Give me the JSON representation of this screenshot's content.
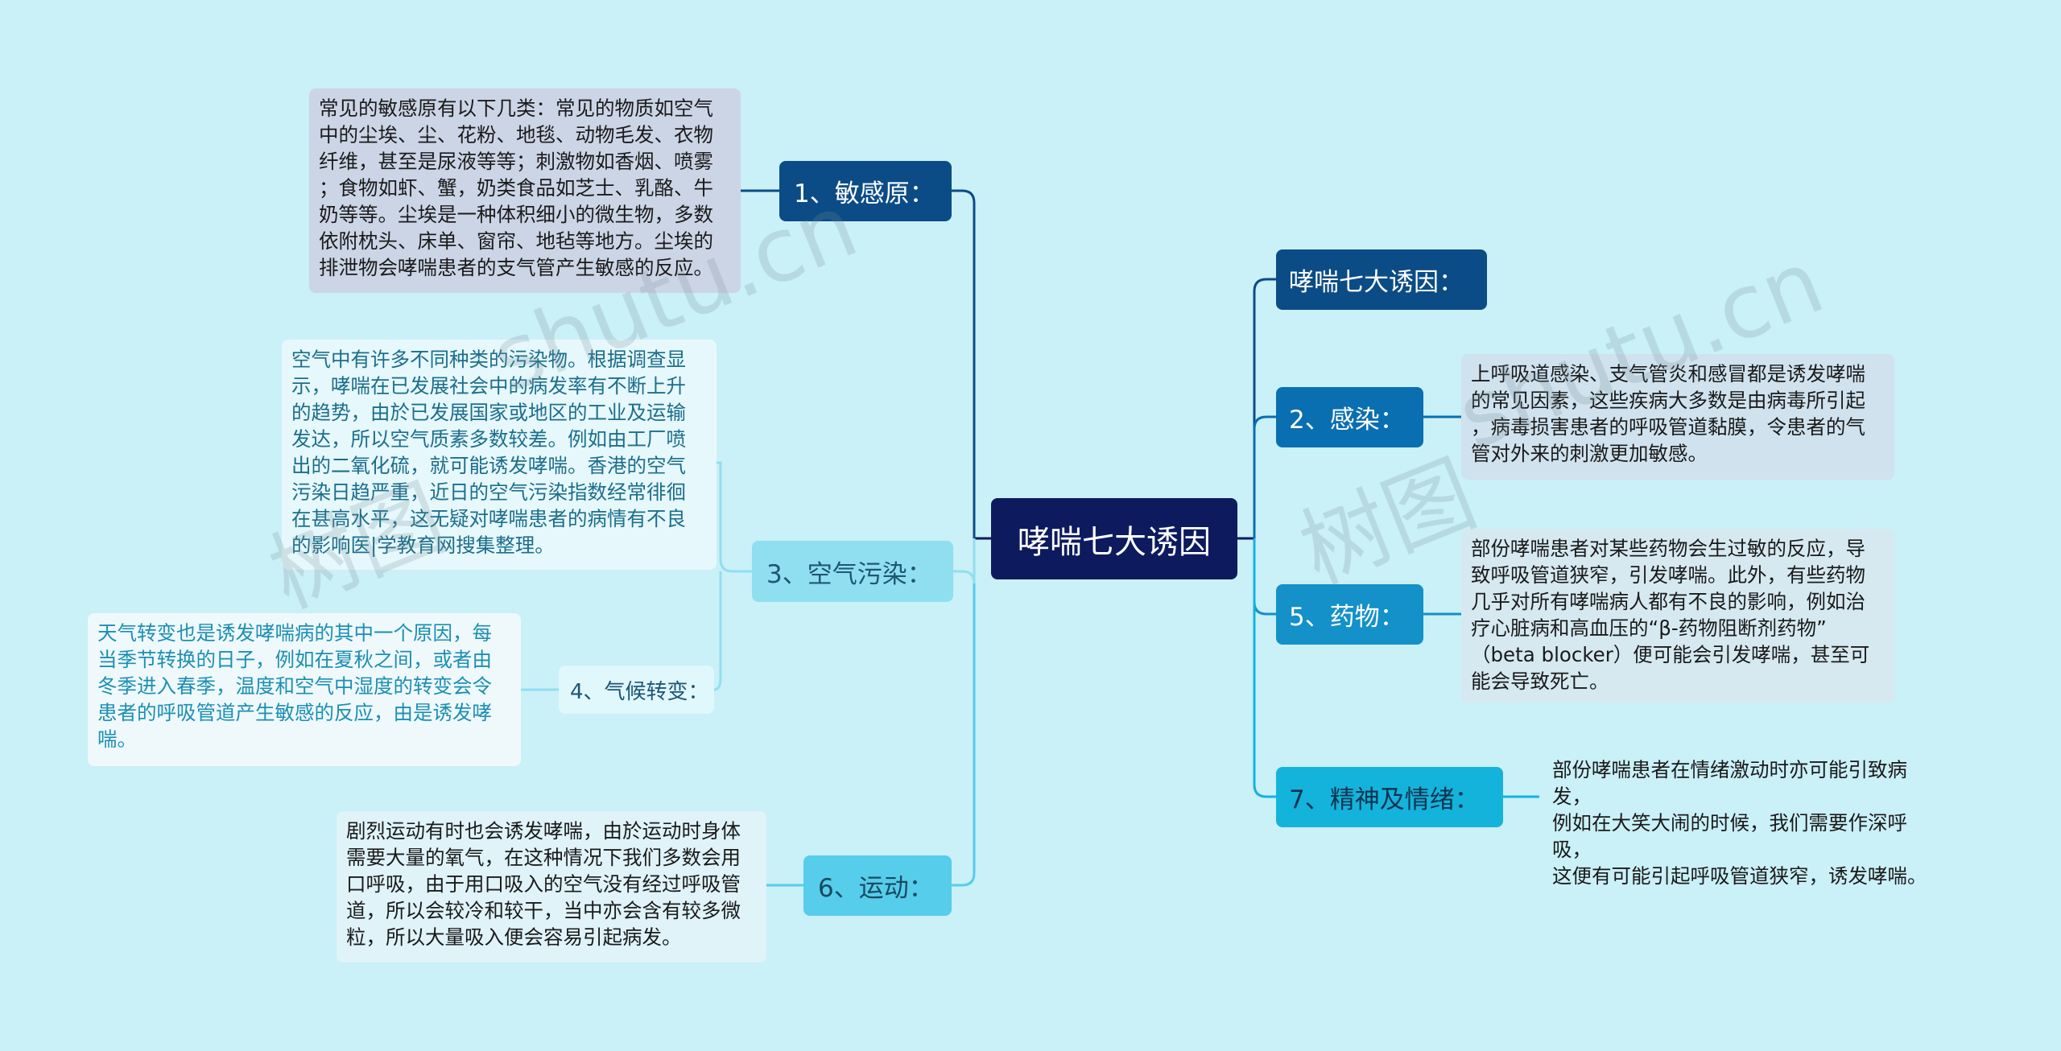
{
  "center": "哮喘七大诱因",
  "left_branches": [
    {
      "label": "1、敏感原：",
      "note": "常见的敏感原有以下几类：常见的物质如空气\n中的尘埃、尘、花粉、地毯、动物毛发、衣物\n纤维，甚至是尿液等等；刺激物如香烟、喷雾\n；食物如虾、蟹，奶类食品如芝士、乳酪、牛\n奶等等。尘埃是一种体积细小的微生物，多数\n依附枕头、床单、窗帘、地毡等地方。尘埃的\n排泄物会哮喘患者的支气管产生敏感的反应。"
    },
    {
      "label": "3、空气污染：",
      "note": "空气中有许多不同种类的污染物。根据调查显\n示，哮喘在已发展社会中的病发率有不断上升\n的趋势，由於已发展国家或地区的工业及运输\n发达，所以空气质素多数较差。例如由工厂喷\n出的二氧化硫，就可能诱发哮喘。香港的空气\n污染日趋严重，近日的空气污染指数经常徘徊\n在甚高水平，这无疑对哮喘患者的病情有不良\n的影响医|学教育网搜集整理。"
    },
    {
      "label": "4、气候转变：",
      "note": "天气转变也是诱发哮喘病的其中一个原因，每\n当季节转换的日子，例如在夏秋之间，或者由\n冬季进入春季，温度和空气中湿度的转变会令\n患者的呼吸管道产生敏感的反应，由是诱发哮\n喘。"
    },
    {
      "label": "6、运动：",
      "note": "剧烈运动有时也会诱发哮喘，由於运动时身体\n需要大量的氧气，在这种情况下我们多数会用\n口呼吸，由于用口吸入的空气没有经过呼吸管\n道，所以会较冷和较干，当中亦会含有较多微\n粒，所以大量吸入便会容易引起病发。"
    }
  ],
  "right_branches": [
    {
      "label": "哮喘七大诱因：",
      "note": ""
    },
    {
      "label": "2、感染：",
      "note": "上呼吸道感染、支气管炎和感冒都是诱发哮喘\n的常见因素，这些疾病大多数是由病毒所引起\n，病毒损害患者的呼吸管道黏膜，令患者的气\n管对外来的刺激更加敏感。"
    },
    {
      "label": "5、药物：",
      "note": "部份哮喘患者对某些药物会生过敏的反应，导\n致呼吸管道狭窄，引发哮喘。此外，有些药物\n几乎对所有哮喘病人都有不良的影响，例如治\n疗心脏病和高血压的“β-药物阻断剂药物”\n（beta blocker）便可能会引发哮喘，甚至可\n能会导致死亡。"
    },
    {
      "label": "7、精神及情绪：",
      "note": "部份哮喘患者在情绪激动时亦可能引致病发，\n例如在大笑大闹的时候，我们需要作深呼吸，\n这便有可能引起呼吸管道狭窄，诱发哮喘。"
    }
  ],
  "watermarks": [
    "shutu.cn",
    "shutu.cn",
    "树图",
    "树图"
  ],
  "colors": {
    "background": "#caf0f8",
    "center": "#0d1b5e",
    "dark_branch": "#0b4c86"
  }
}
